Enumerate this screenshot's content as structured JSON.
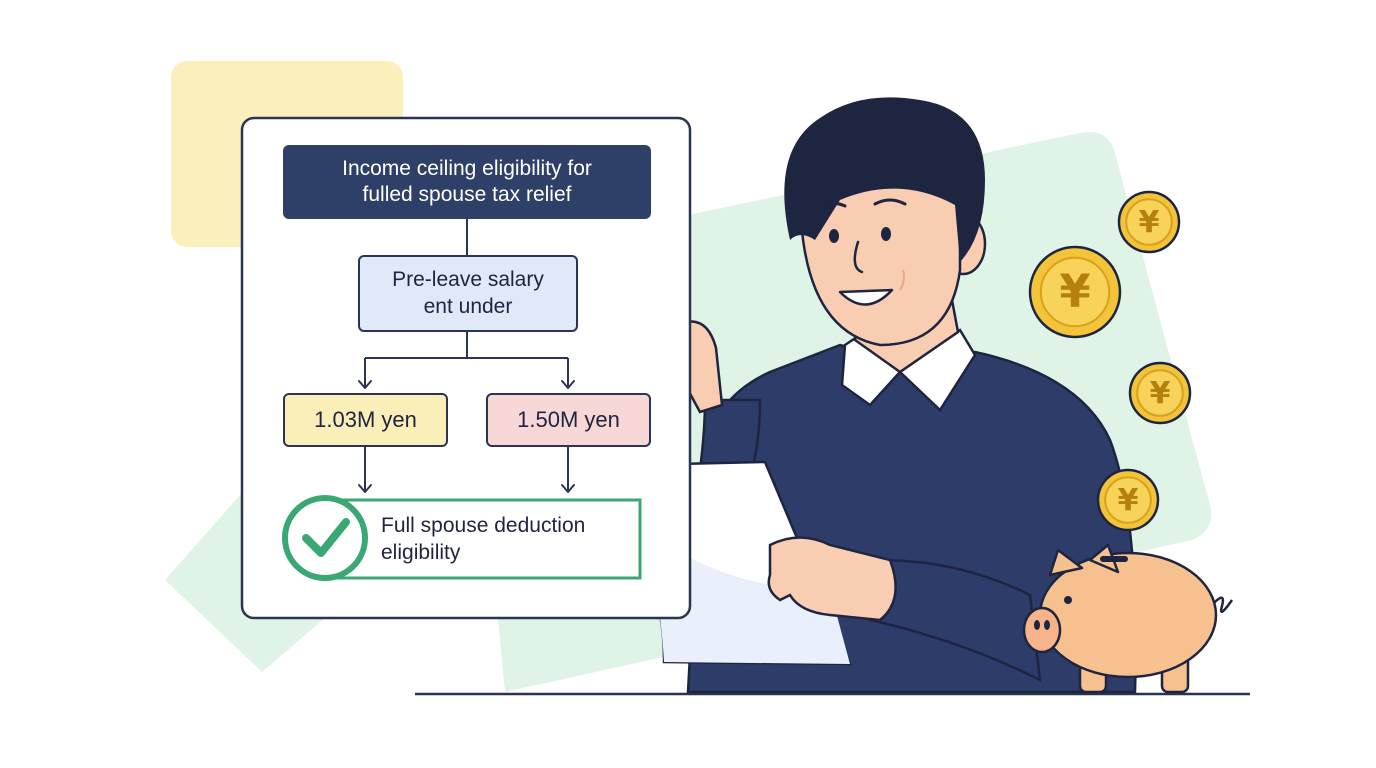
{
  "flowchart": {
    "title_line1": "Income ceiling eligibility for",
    "title_line2": "fulled spouse tax relief",
    "node_salary_line1": "Pre-leave salary",
    "node_salary_line2": "ent under",
    "branch_left": "1.03M yen",
    "branch_right": "1.50M yen",
    "result_line1": "Full spouse deduction",
    "result_line2": "eligibility"
  },
  "coins": {
    "symbol": "¥"
  },
  "icons": [
    "check-icon",
    "yen-coin-icon",
    "piggy-bank-icon"
  ],
  "colors": {
    "title_bg": "#2e3f68",
    "salary_bg": "#dfe9f8",
    "yellow_node": "#fbefb9",
    "pink_node": "#f8d7d7",
    "check_green": "#3aa873",
    "sweater": "#2e3c6a",
    "coin": "#f3c43a",
    "piggy": "#f6c08f",
    "bg_green": "#dff4e7",
    "bg_yellow": "#fbf0bb"
  }
}
